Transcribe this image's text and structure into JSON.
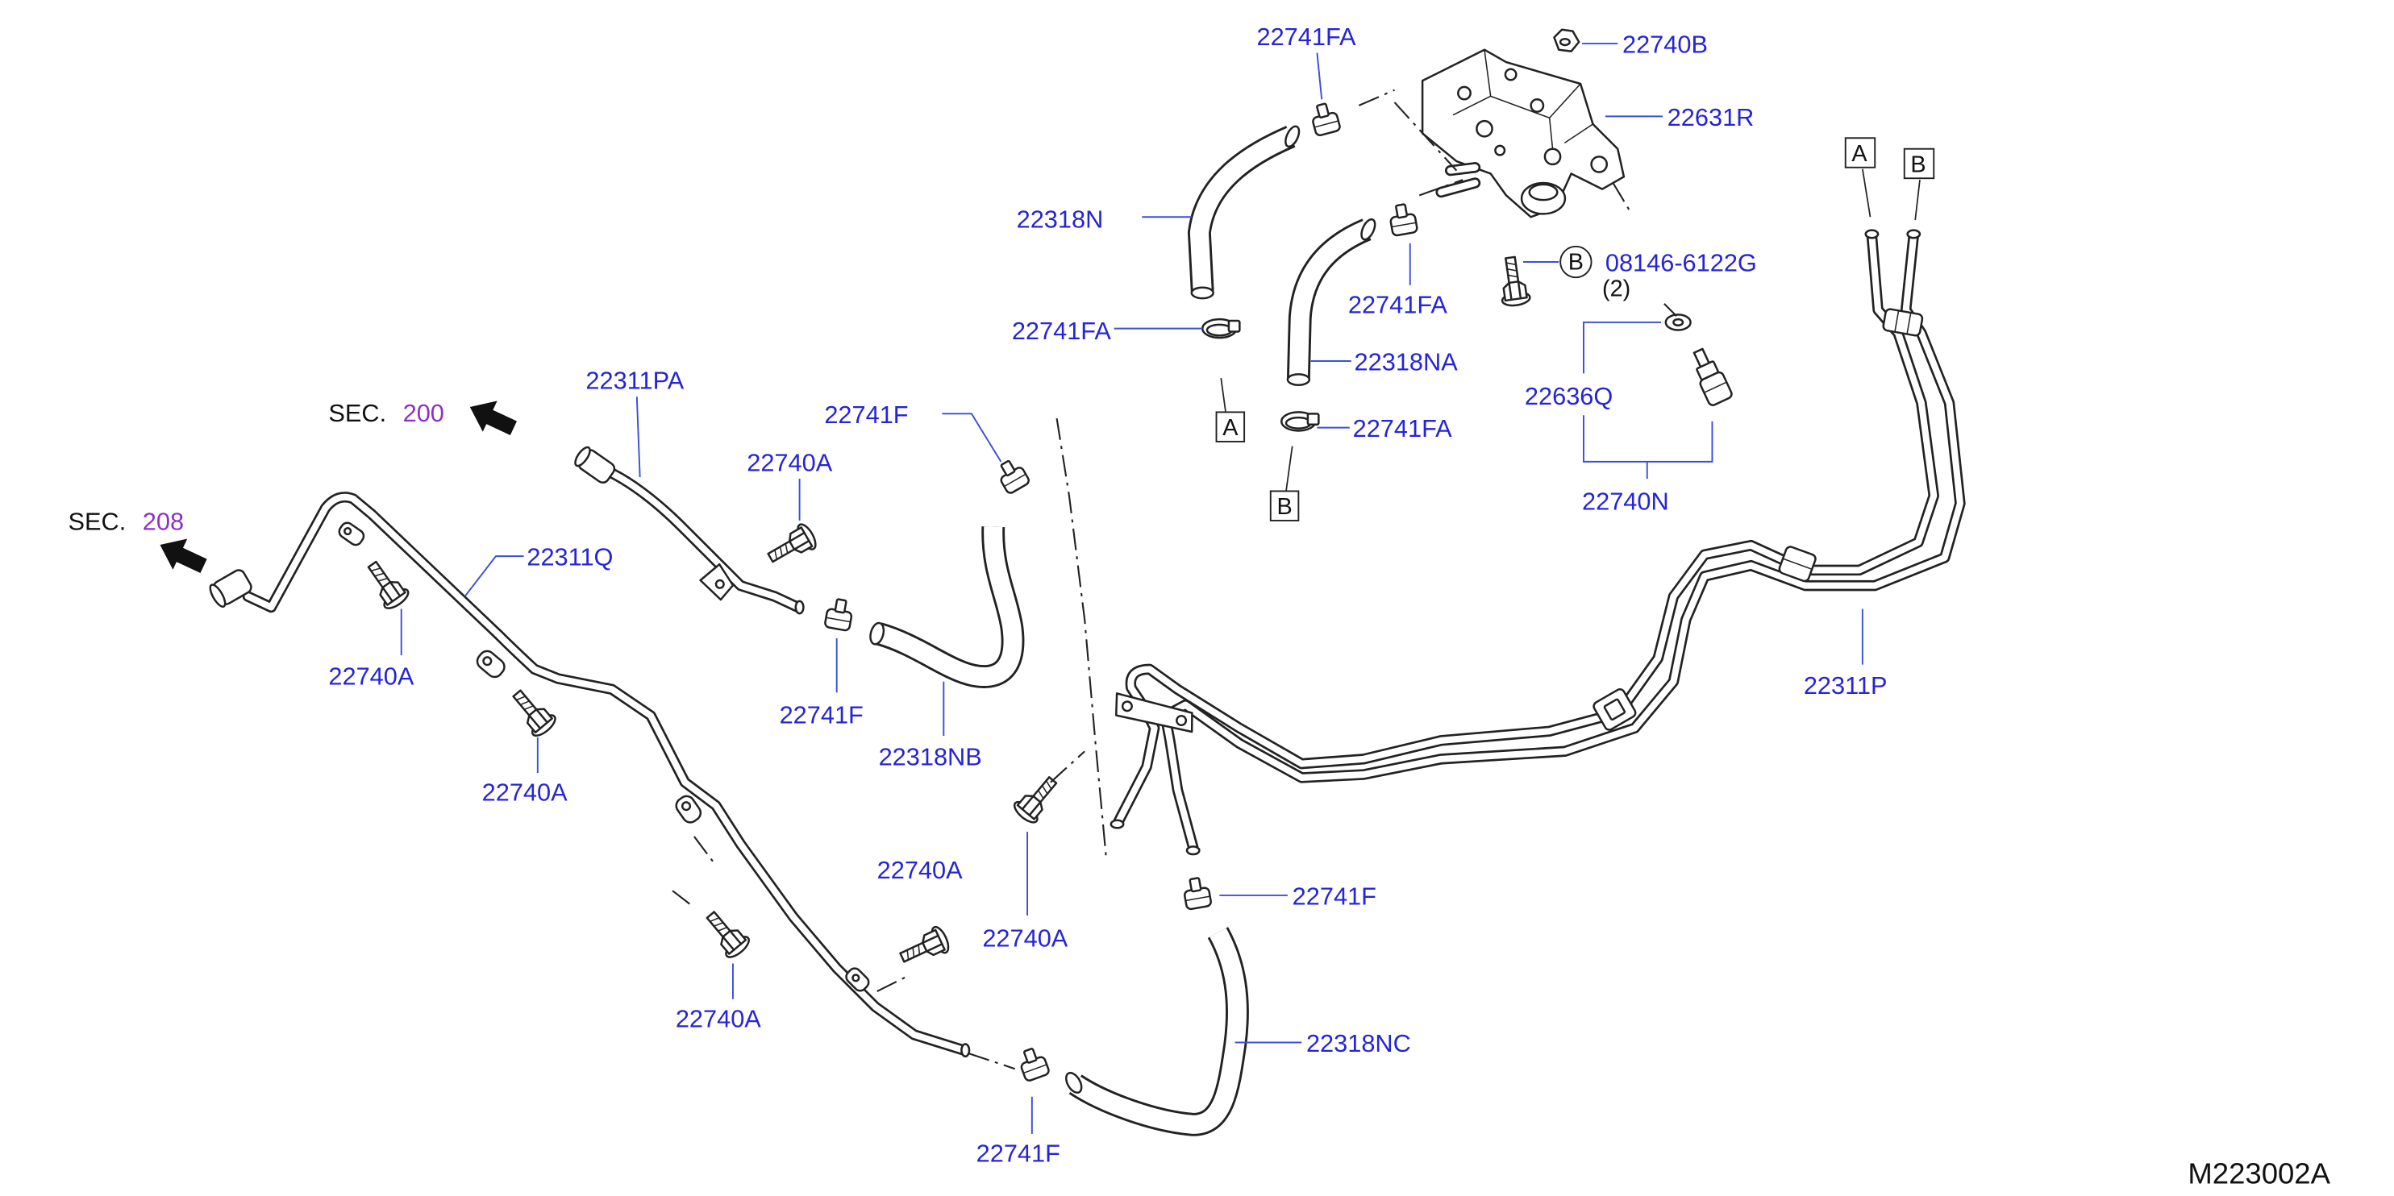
{
  "colors": {
    "callout_text": "#2424d8",
    "section_number": "#8b30c6",
    "ink": "#222222",
    "leader": "#3b4fd8",
    "background": "#ffffff"
  },
  "part_callouts": [
    "22741FA",
    "22740B",
    "22631R",
    "22318N",
    "22741FA",
    "22741FA",
    "22318NA",
    "22636Q",
    "22741FA",
    "22740N",
    "22311PA",
    "22741F",
    "22740A",
    "22311Q",
    "22740A",
    "22741F",
    "22318NB",
    "22740A",
    "22311P",
    "22741F",
    "22740A",
    "22740A",
    "22740A",
    "22318NC",
    "22741F"
  ],
  "fastener_callout": {
    "marker": "B",
    "part_number": "08146-6122G",
    "quantity": "(2)"
  },
  "connection_markers": [
    "A",
    "B",
    "A",
    "B"
  ],
  "section_refs": [
    {
      "prefix": "SEC.",
      "number": "200"
    },
    {
      "prefix": "SEC.",
      "number": "208"
    }
  ],
  "drawing_number": "M223002A"
}
